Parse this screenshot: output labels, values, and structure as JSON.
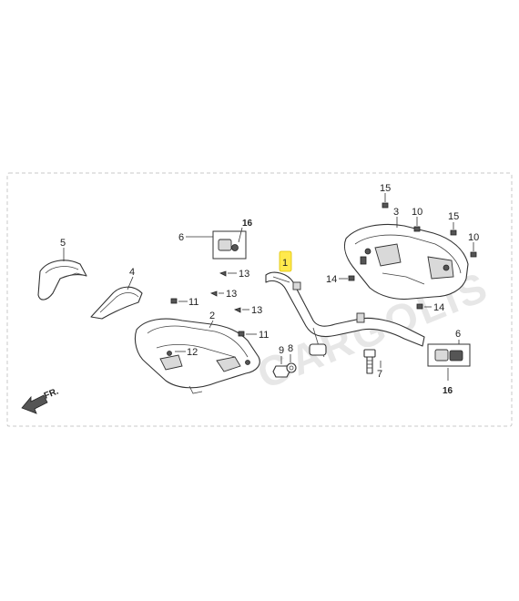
{
  "watermark": "GARGOLIS",
  "direction_label": "FR.",
  "part_labels": {
    "p1": "1",
    "p2": "2",
    "p3": "3",
    "p4": "4",
    "p5": "5",
    "p6a": "6",
    "p6b": "6",
    "p7": "7",
    "p8": "8",
    "p9": "9",
    "p10a": "10",
    "p10b": "10",
    "p11a": "11",
    "p11b": "11",
    "p12": "12",
    "p13a": "13",
    "p13b": "13",
    "p13c": "13",
    "p14a": "14",
    "p14b": "14",
    "p15a": "15",
    "p15b": "15",
    "p16a": "16",
    "p16b": "16"
  },
  "highlighted_part": "1"
}
